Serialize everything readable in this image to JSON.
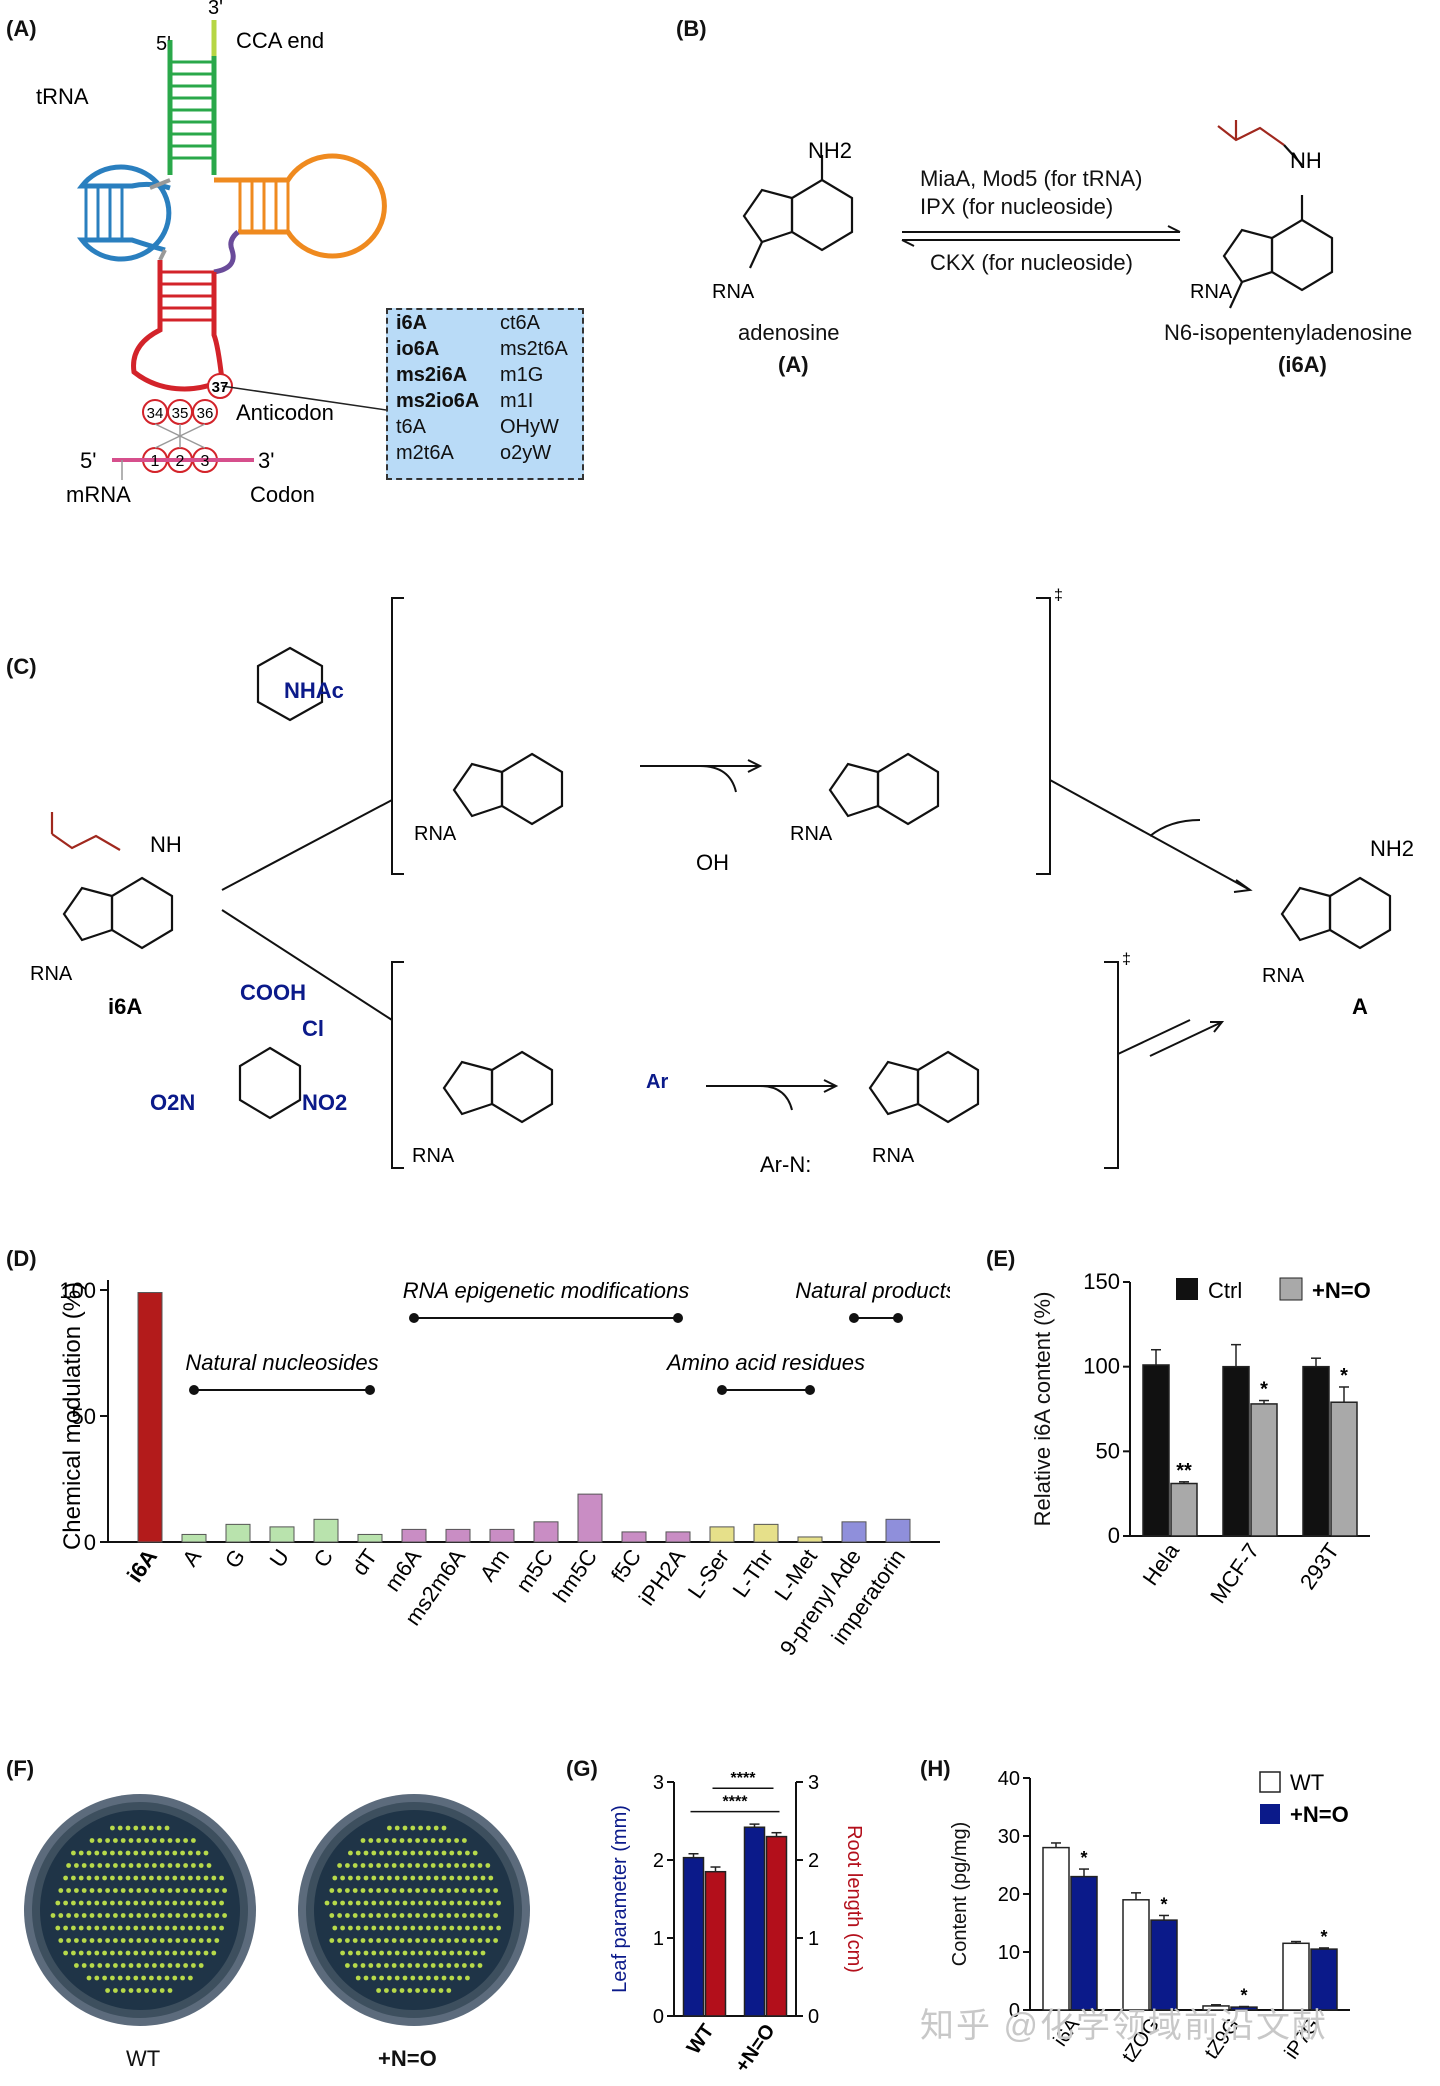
{
  "panels": {
    "a": "(A)",
    "b": "(B)",
    "c": "(C)",
    "d": "(D)",
    "e": "(E)",
    "f": "(F)",
    "g": "(G)",
    "h": "(H)"
  },
  "panel_a": {
    "trna": "tRNA",
    "cca": "CCA end",
    "five": "5'",
    "three": "3'",
    "anticodon": "Anticodon",
    "mrna": "mRNA",
    "codon": "Codon",
    "mrna_five": "5'",
    "mrna_three": "3'",
    "ac_nums": [
      "34",
      "35",
      "36"
    ],
    "codon_nums": [
      "1",
      "2",
      "3"
    ],
    "pos37": "37",
    "mods_left": [
      "i6A",
      "io6A",
      "ms2i6A",
      "ms2io6A",
      "t6A",
      "m2t6A"
    ],
    "mods_right": [
      "ct6A",
      "ms2t6A",
      "m1G",
      "m1I",
      "OHyW",
      "o2yW"
    ]
  },
  "panel_b": {
    "enzymes1": "MiaA, Mod5 (for tRNA)",
    "enzymes2": "IPX (for nucleoside)",
    "enzymes3": "CKX (for nucleoside)",
    "adenosine": "adenosine",
    "adenosine_code": "(A)",
    "i6a_name": "N6-isopentenyladenosine",
    "i6a_code": "(i6A)",
    "nh2": "NH2",
    "nh": "NH",
    "rna": "RNA"
  },
  "panel_c": {
    "nhac": "NHAc",
    "cooh": "COOH",
    "cl": "Cl",
    "no2a": "O2N",
    "no2b": "NO2",
    "i6a": "i6A",
    "a": "A",
    "ar": "Ar",
    "arn": "Ar-N:",
    "oh": "OH",
    "rna": "RNA",
    "dagger": "‡"
  },
  "colors": {
    "dark_red": "#b31b1b",
    "green": "#b9e3ad",
    "purple": "#c98dc4",
    "lavender": "#8f8fdb",
    "gray": "#a9a9a9",
    "navy": "#0b1a8a",
    "red2": "#b30f1b",
    "blue_box": "#b9dbf7"
  },
  "chart_data": [
    {
      "type": "bar",
      "panel": "D",
      "ylabel": "Chemical modulation (%)",
      "ylim": [
        0,
        100
      ],
      "yticks": [
        0,
        50,
        100
      ],
      "categories": [
        "i6A",
        "A",
        "G",
        "U",
        "C",
        "dT",
        "m6A",
        "ms2m6A",
        "Am",
        "m5C",
        "hm5C",
        "f5C",
        "iPH2A",
        "L-Ser",
        "L-Thr",
        "L-Met",
        "9-prenyl Ade",
        "imperatorin"
      ],
      "values": [
        99,
        3,
        7,
        6,
        9,
        3,
        5,
        5,
        5,
        8,
        19,
        4,
        4,
        6,
        7,
        2,
        8,
        9
      ],
      "annotations": [
        "Natural nucleosides",
        "RNA epigenetic modifications",
        "Natural products",
        "Amino acid residues"
      ]
    },
    {
      "type": "bar",
      "panel": "E",
      "ylabel": "Relative i6A content (%)",
      "ylim": [
        0,
        150
      ],
      "yticks": [
        0,
        50,
        100,
        150
      ],
      "categories": [
        "Hela",
        "MCF-7",
        "293T"
      ],
      "series": [
        {
          "name": "Ctrl",
          "values": [
            101,
            100,
            100
          ],
          "errors": [
            9,
            13,
            5
          ]
        },
        {
          "name": "+N=O",
          "values": [
            31,
            78,
            79
          ],
          "errors": [
            1,
            2,
            9
          ]
        }
      ],
      "significance": [
        "**",
        "*",
        "*"
      ]
    },
    {
      "type": "bar",
      "panel": "G",
      "ylabel": "Leaf parameter (mm)",
      "ylabel2": "Root length (cm)",
      "ylim": [
        0,
        3
      ],
      "ylim2": [
        0,
        3
      ],
      "yticks": [
        0,
        1,
        2,
        3
      ],
      "categories": [
        "WT",
        "+N=O"
      ],
      "series": [
        {
          "name": "Leaf parameter",
          "values": [
            2.03,
            2.42
          ],
          "errors": [
            0.05,
            0.04
          ]
        },
        {
          "name": "Root length",
          "values": [
            1.85,
            2.3
          ],
          "errors": [
            0.06,
            0.05
          ]
        }
      ],
      "significance": [
        "****",
        "****"
      ]
    },
    {
      "type": "bar",
      "panel": "H",
      "ylabel": "Content (pg/mg)",
      "ylim": [
        0,
        40
      ],
      "yticks": [
        0,
        10,
        20,
        30,
        40
      ],
      "categories": [
        "i6A",
        "tZOG",
        "tZ9G",
        "iP7G"
      ],
      "series": [
        {
          "name": "WT",
          "values": [
            28,
            19,
            0.7,
            11.5
          ],
          "errors": [
            0.8,
            1.2,
            0.2,
            0.3
          ]
        },
        {
          "name": "+N=O",
          "values": [
            23,
            15.5,
            0.5,
            10.5
          ],
          "errors": [
            1.3,
            0.8,
            0.1,
            0.2
          ]
        }
      ],
      "significance": [
        "*",
        "*",
        "*",
        "*"
      ]
    }
  ],
  "panel_f": {
    "wt": "WT",
    "treated": "+N=O"
  },
  "watermark": "知乎 @化学领域前沿文献"
}
